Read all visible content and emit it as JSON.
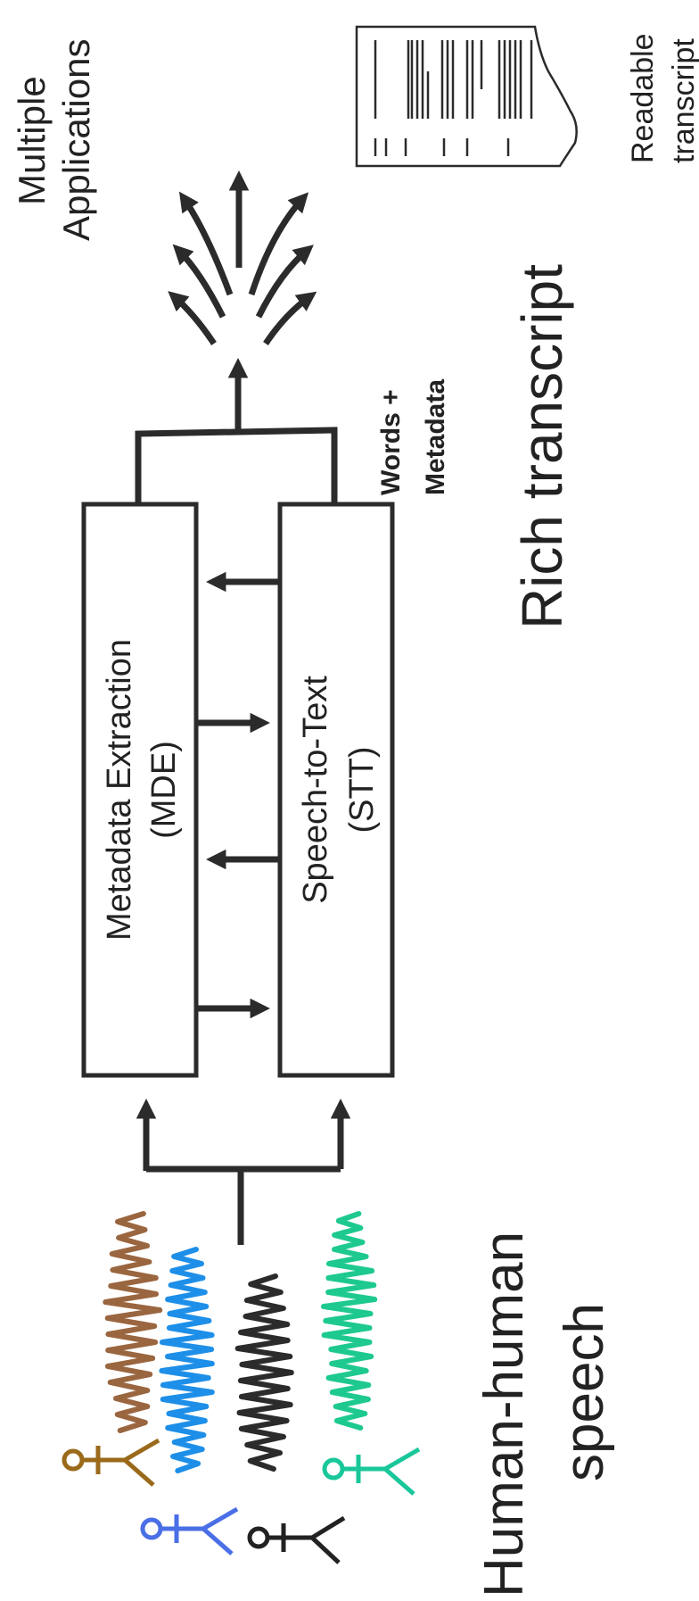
{
  "labels": {
    "multiple_applications_line1": "Multiple",
    "multiple_applications_line2": "Applications",
    "readable_transcript_line1": "Readable",
    "readable_transcript_line2": "transcript",
    "mde_line1": "Metadata Extraction",
    "mde_line2": "(MDE)",
    "stt_line1": "Speech-to-Text",
    "stt_line2": "(STT)",
    "words_metadata_line1": "Words +",
    "words_metadata_line2": "Metadata",
    "rich_transcript": "Rich transcript",
    "human_speech_line1": "Human-human",
    "human_speech_line2": "speech"
  },
  "colors": {
    "ink": "#2b2b2b",
    "speaker1": "#9a6a1a",
    "speaker2": "#4a6fe6",
    "speaker3": "#222222",
    "speaker4": "#19c79a",
    "wave1": "#9a6640",
    "wave2": "#1e8fe8",
    "wave3": "#2b2b2b",
    "wave4": "#1ec98f"
  }
}
